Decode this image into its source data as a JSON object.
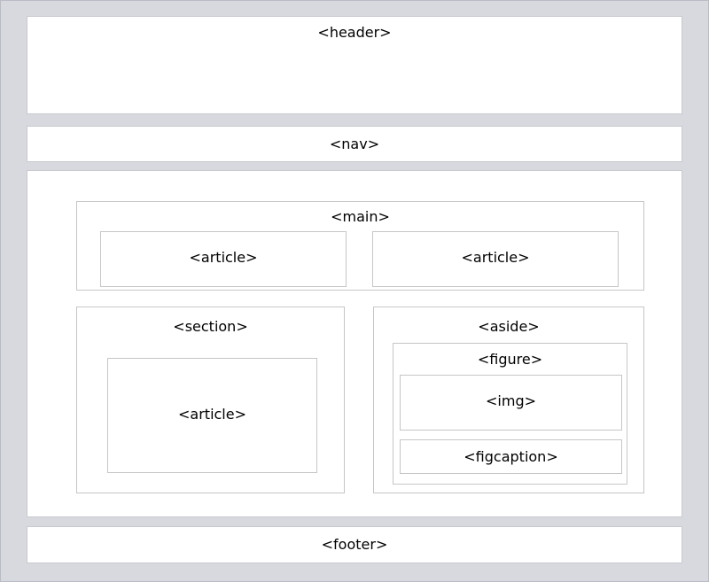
{
  "page": {
    "background_color": "#d7d9df",
    "border_color": "#b9bcc4",
    "box_background": "#ffffff",
    "box_border_color": "#c8cacf",
    "inner_box_border_color": "#c6c6c6",
    "text_color": "#000000"
  },
  "layout": {
    "header": {
      "label": "<header>"
    },
    "nav": {
      "label": "<nav>"
    },
    "main": {
      "label": "<main>",
      "articles": [
        {
          "label": "<article>"
        },
        {
          "label": "<article>"
        }
      ]
    },
    "section": {
      "label": "<section>",
      "article": {
        "label": "<article>"
      }
    },
    "aside": {
      "label": "<aside>",
      "figure": {
        "label": "<figure>",
        "img": {
          "label": "<img>"
        },
        "figcaption": {
          "label": "<figcaption>"
        }
      }
    },
    "footer": {
      "label": "<footer>"
    }
  }
}
